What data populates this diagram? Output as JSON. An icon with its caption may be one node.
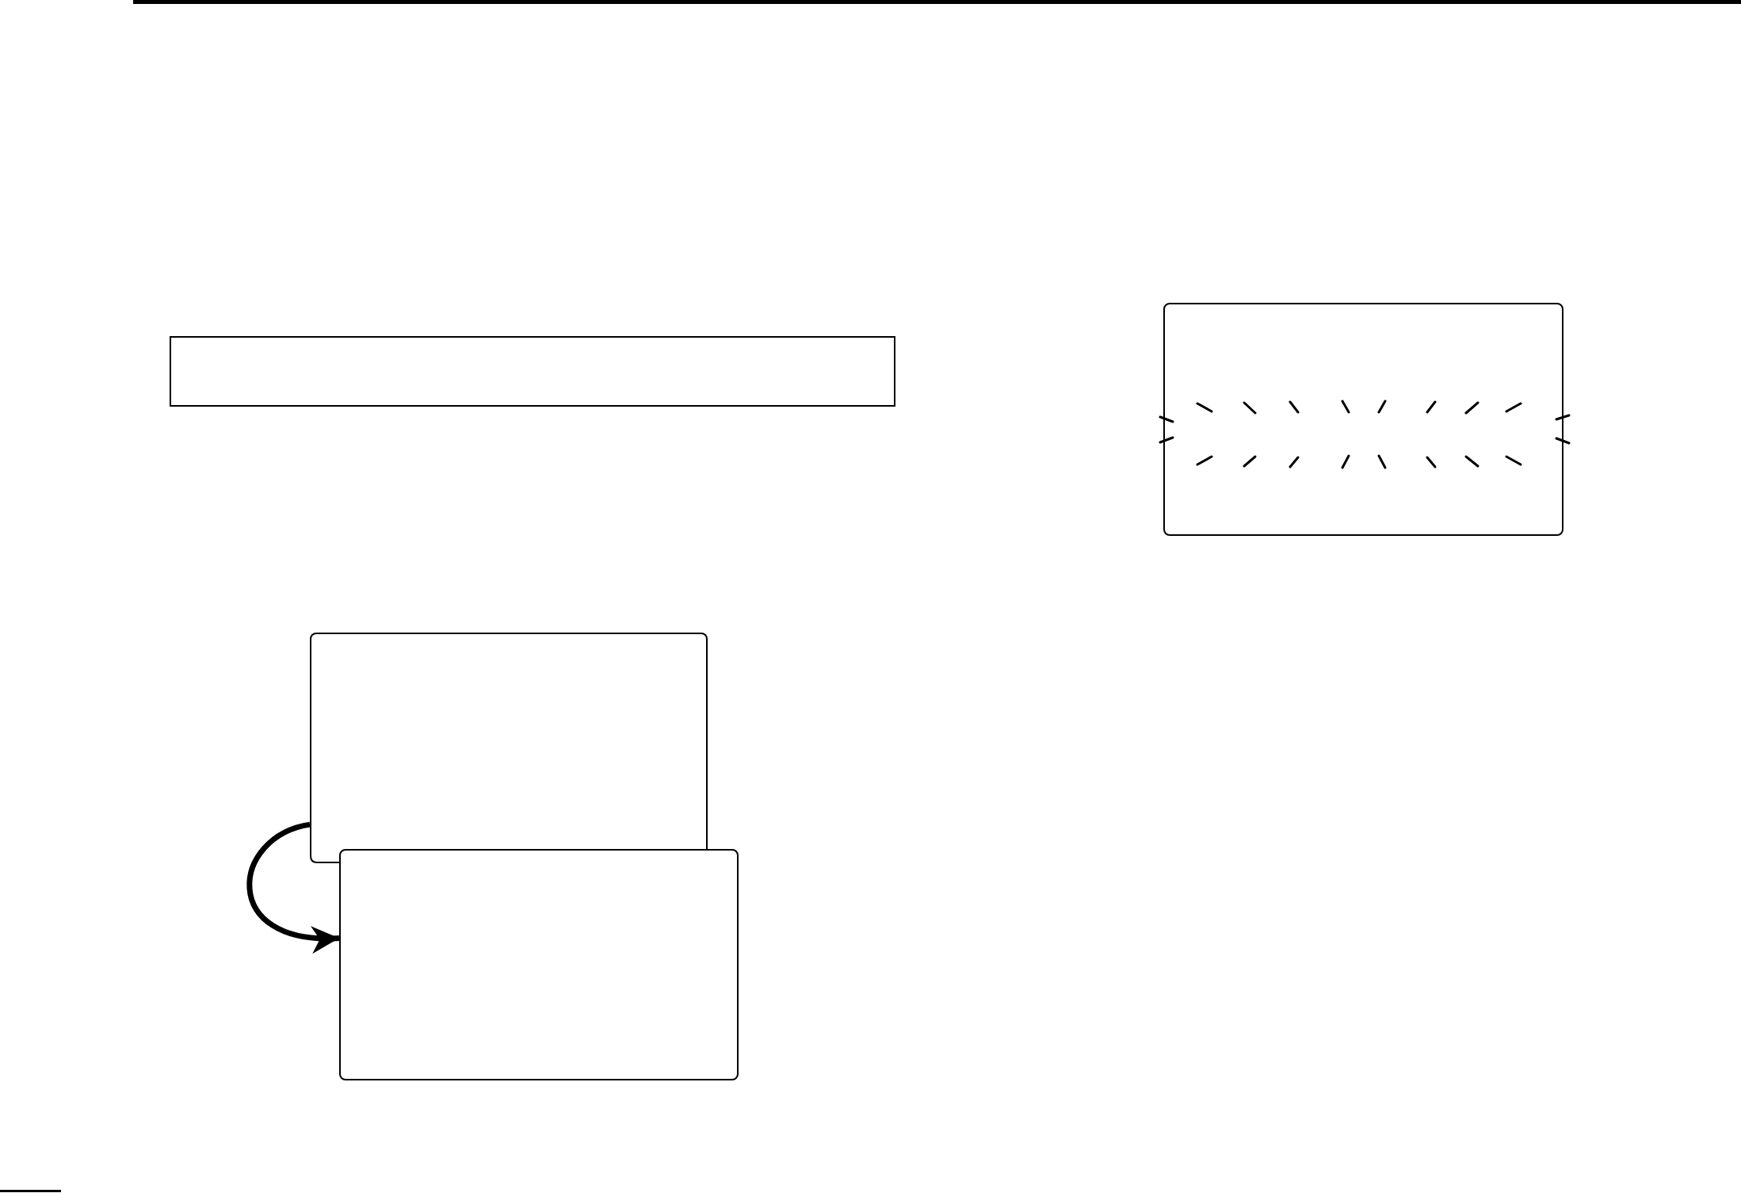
{
  "diagram": {
    "nodes": [
      {
        "text": [],
        "shape": "box"
      },
      {
        "text": [],
        "shape": "box"
      },
      {
        "text": [],
        "shape": "box"
      },
      {
        "text": [],
        "shape": "box"
      }
    ],
    "edges": [
      {
        "from": 2,
        "to": 3,
        "arrow": "to"
      }
    ]
  }
}
